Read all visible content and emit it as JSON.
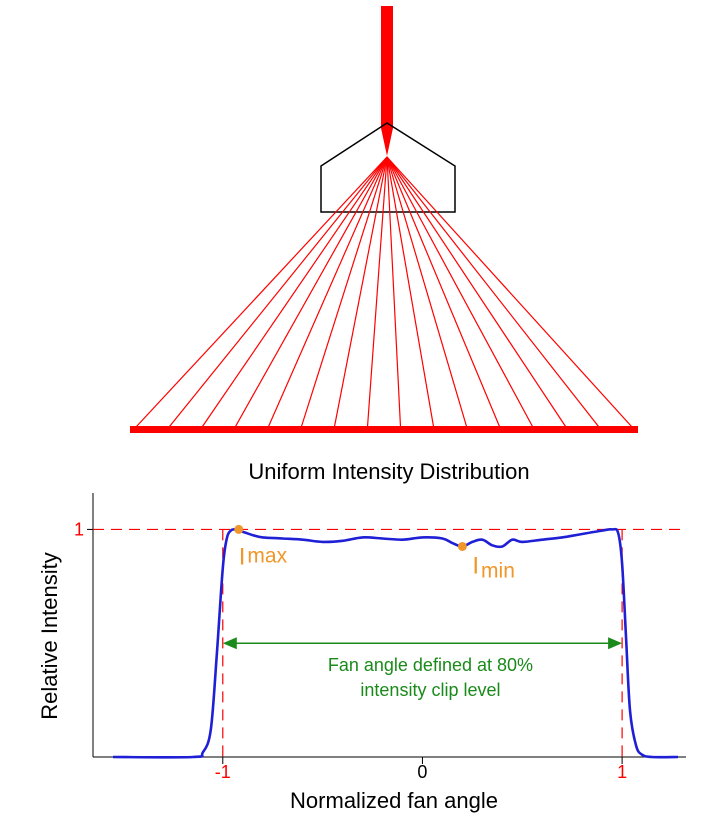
{
  "diagram": {
    "title": "Uniform Intensity Distribution",
    "fan_ray_count": 16,
    "colors": {
      "beam": "#ff0000",
      "housing": "#000000",
      "curve": "#1f1fd6",
      "marker": "#f0962a",
      "annotation": "#1a8a1a",
      "axis": "#000000"
    }
  },
  "chart_data": {
    "type": "line",
    "xlabel": "Normalized fan angle",
    "ylabel": "Relative Intensity",
    "x_ticks": [
      "-1",
      "0",
      "1"
    ],
    "y_ticks": [
      "1"
    ],
    "xlim": [
      -1.65,
      1.32
    ],
    "ylim": [
      0,
      1.16
    ],
    "reference_lines": {
      "x": [
        -1,
        1
      ],
      "y": 1
    },
    "series": [
      {
        "x": [
          -1.55,
          -1.15,
          -1.1,
          -1.06,
          -1.03,
          -1.0,
          -0.98,
          -0.96,
          -0.94,
          -0.92,
          -0.9,
          -0.85,
          -0.8,
          -0.7,
          -0.6,
          -0.5,
          -0.4,
          -0.3,
          -0.2,
          -0.1,
          0.0,
          0.1,
          0.15,
          0.2,
          0.25,
          0.3,
          0.35,
          0.4,
          0.45,
          0.5,
          0.6,
          0.7,
          0.8,
          0.9,
          0.95,
          0.98,
          1.0,
          1.02,
          1.04,
          1.07,
          1.1,
          1.15,
          1.28
        ],
        "y": [
          0.0,
          0.0,
          0.02,
          0.12,
          0.45,
          0.83,
          0.96,
          0.995,
          1.0,
          0.995,
          0.99,
          0.975,
          0.965,
          0.96,
          0.955,
          0.945,
          0.95,
          0.965,
          0.96,
          0.955,
          0.965,
          0.96,
          0.94,
          0.925,
          0.945,
          0.955,
          0.93,
          0.925,
          0.955,
          0.945,
          0.955,
          0.965,
          0.98,
          0.995,
          1.0,
          0.985,
          0.85,
          0.52,
          0.2,
          0.05,
          0.01,
          0.0,
          0.0
        ]
      }
    ],
    "points": [
      {
        "label": "I",
        "subscript": "max",
        "x": -0.92,
        "y": 1.0
      },
      {
        "label": "I",
        "subscript": "min",
        "x": 0.2,
        "y": 0.925
      }
    ],
    "annotation": {
      "arrow_from": -1,
      "arrow_to": 1,
      "arrow_y": 0.5,
      "lines": [
        "Fan angle defined at 80%",
        "intensity clip level"
      ]
    }
  }
}
